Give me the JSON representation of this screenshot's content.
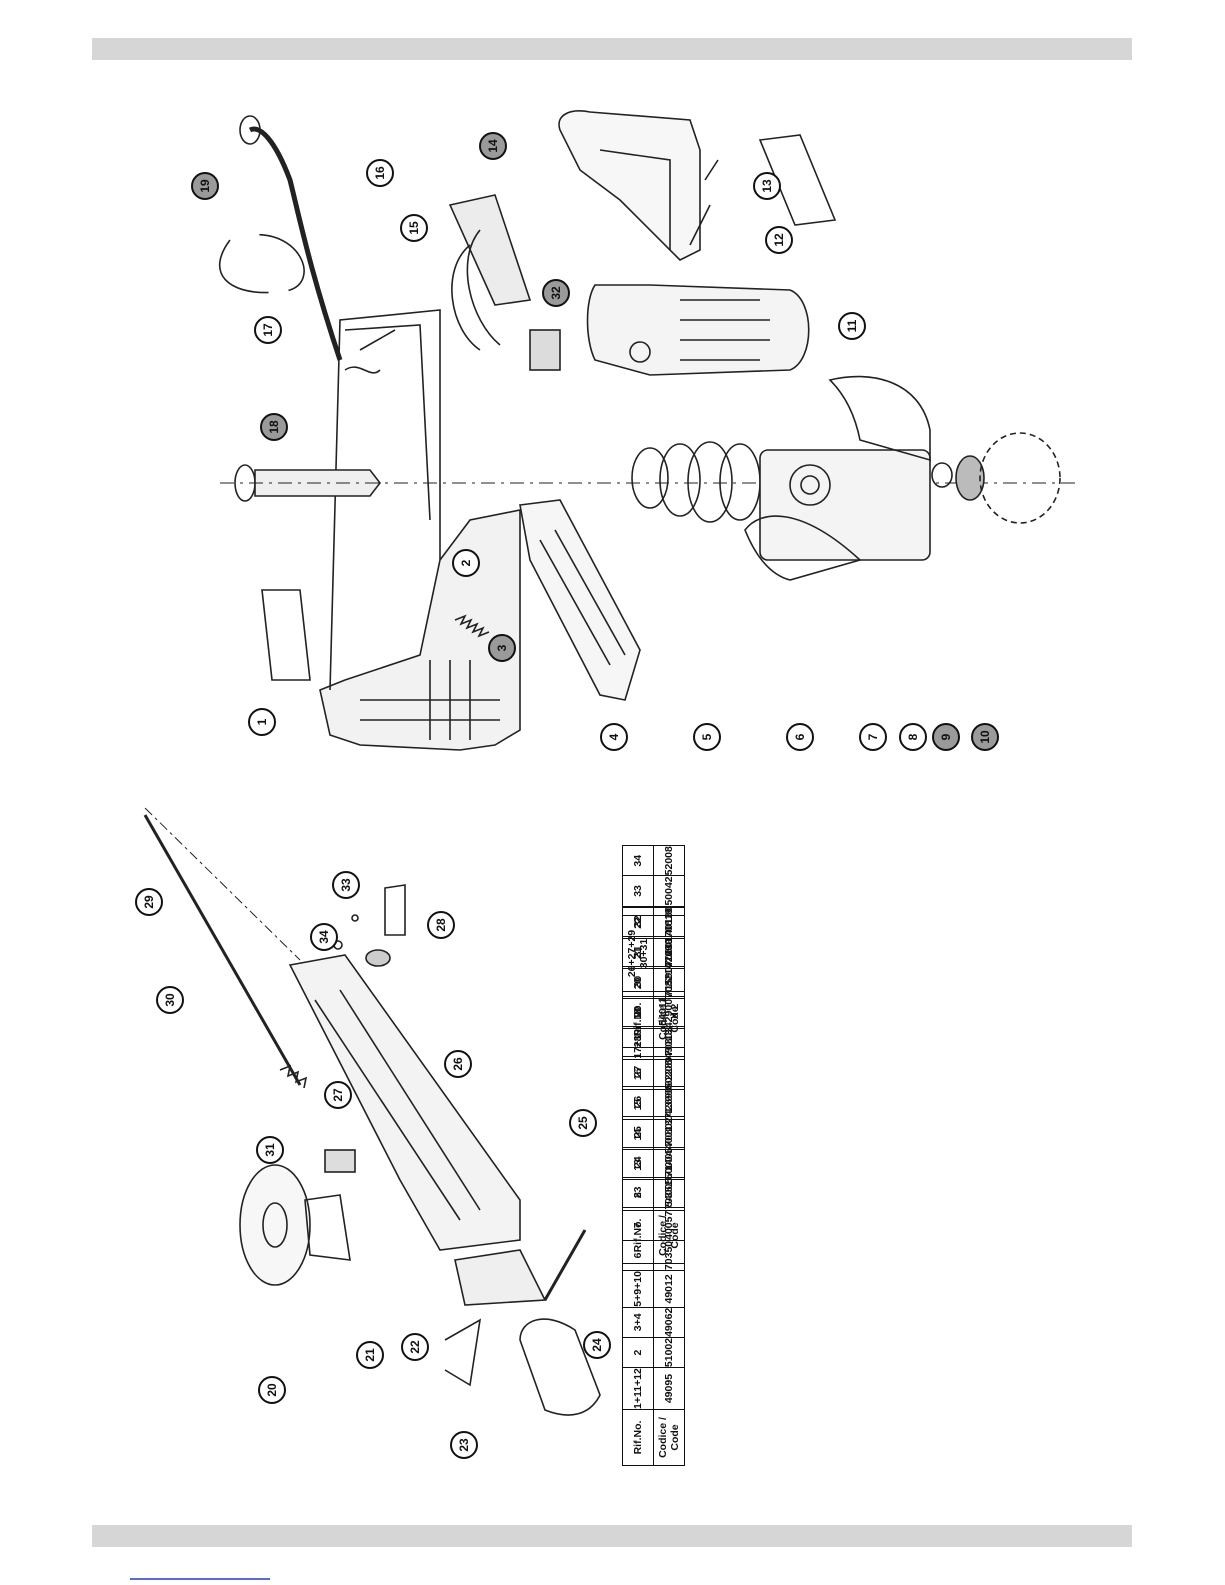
{
  "callouts": [
    {
      "n": "1",
      "shaded": false
    },
    {
      "n": "2",
      "shaded": false
    },
    {
      "n": "3",
      "shaded": true
    },
    {
      "n": "4",
      "shaded": false
    },
    {
      "n": "5",
      "shaded": false
    },
    {
      "n": "6",
      "shaded": false
    },
    {
      "n": "7",
      "shaded": false
    },
    {
      "n": "8",
      "shaded": false
    },
    {
      "n": "9",
      "shaded": true
    },
    {
      "n": "10",
      "shaded": true
    },
    {
      "n": "11",
      "shaded": false
    },
    {
      "n": "12",
      "shaded": false
    },
    {
      "n": "13",
      "shaded": false
    },
    {
      "n": "14",
      "shaded": true
    },
    {
      "n": "15",
      "shaded": false
    },
    {
      "n": "16",
      "shaded": false
    },
    {
      "n": "17",
      "shaded": false
    },
    {
      "n": "18",
      "shaded": true
    },
    {
      "n": "19",
      "shaded": true
    },
    {
      "n": "20",
      "shaded": false
    },
    {
      "n": "21",
      "shaded": false
    },
    {
      "n": "22",
      "shaded": false
    },
    {
      "n": "23",
      "shaded": false
    },
    {
      "n": "24",
      "shaded": false
    },
    {
      "n": "25",
      "shaded": false
    },
    {
      "n": "26",
      "shaded": false
    },
    {
      "n": "27",
      "shaded": false
    },
    {
      "n": "28",
      "shaded": false
    },
    {
      "n": "29",
      "shaded": false
    },
    {
      "n": "30",
      "shaded": false
    },
    {
      "n": "31",
      "shaded": false
    },
    {
      "n": "32",
      "shaded": true
    },
    {
      "n": "33",
      "shaded": false
    },
    {
      "n": "34",
      "shaded": false
    }
  ],
  "tables": {
    "headers": {
      "ref": "Rif.No.",
      "code": "Codice / Code"
    },
    "table1": [
      {
        "ref": "1+11+12",
        "code": "49095"
      },
      {
        "ref": "2",
        "code": "51002"
      },
      {
        "ref": "3+4",
        "code": "49062"
      },
      {
        "ref": "5+9+10",
        "code": "49012"
      },
      {
        "ref": "6",
        "code": "70350"
      },
      {
        "ref": "7",
        "code": "40057"
      },
      {
        "ref": "8",
        "code": "70351"
      },
      {
        "ref": "13",
        "code": "50004"
      },
      {
        "ref": "14",
        "code": "40013"
      },
      {
        "ref": "15",
        "code": "71398"
      },
      {
        "ref": "16",
        "code": "50208"
      },
      {
        "ref": "17+19",
        "code": "49013"
      },
      {
        "ref": "18",
        "code": "42900"
      },
      {
        "ref": "20",
        "code": "70821"
      },
      {
        "ref": "21",
        "code": "71230"
      },
      {
        "ref": "22",
        "code": "70819"
      }
    ],
    "table2": [
      {
        "ref": "23",
        "code": "54005"
      },
      {
        "ref": "24",
        "code": "71405"
      },
      {
        "ref": "25",
        "code": "70802"
      },
      {
        "ref": "26",
        "code": "42698"
      },
      {
        "ref": "27",
        "code": "62289"
      },
      {
        "ref": "28",
        "code": "70803"
      },
      {
        "ref": "29",
        "code": "54011 X 2"
      },
      {
        "ref": "30",
        "code": "71590"
      },
      {
        "ref": "31",
        "code": "70801"
      },
      {
        "ref": "32",
        "code": "40130"
      },
      {
        "ref": "33",
        "code": "50042"
      },
      {
        "ref": "34",
        "code": "52008"
      }
    ],
    "table3": [
      {
        "ref": "26+27+29\n30+31",
        "code": "42899"
      }
    ]
  }
}
